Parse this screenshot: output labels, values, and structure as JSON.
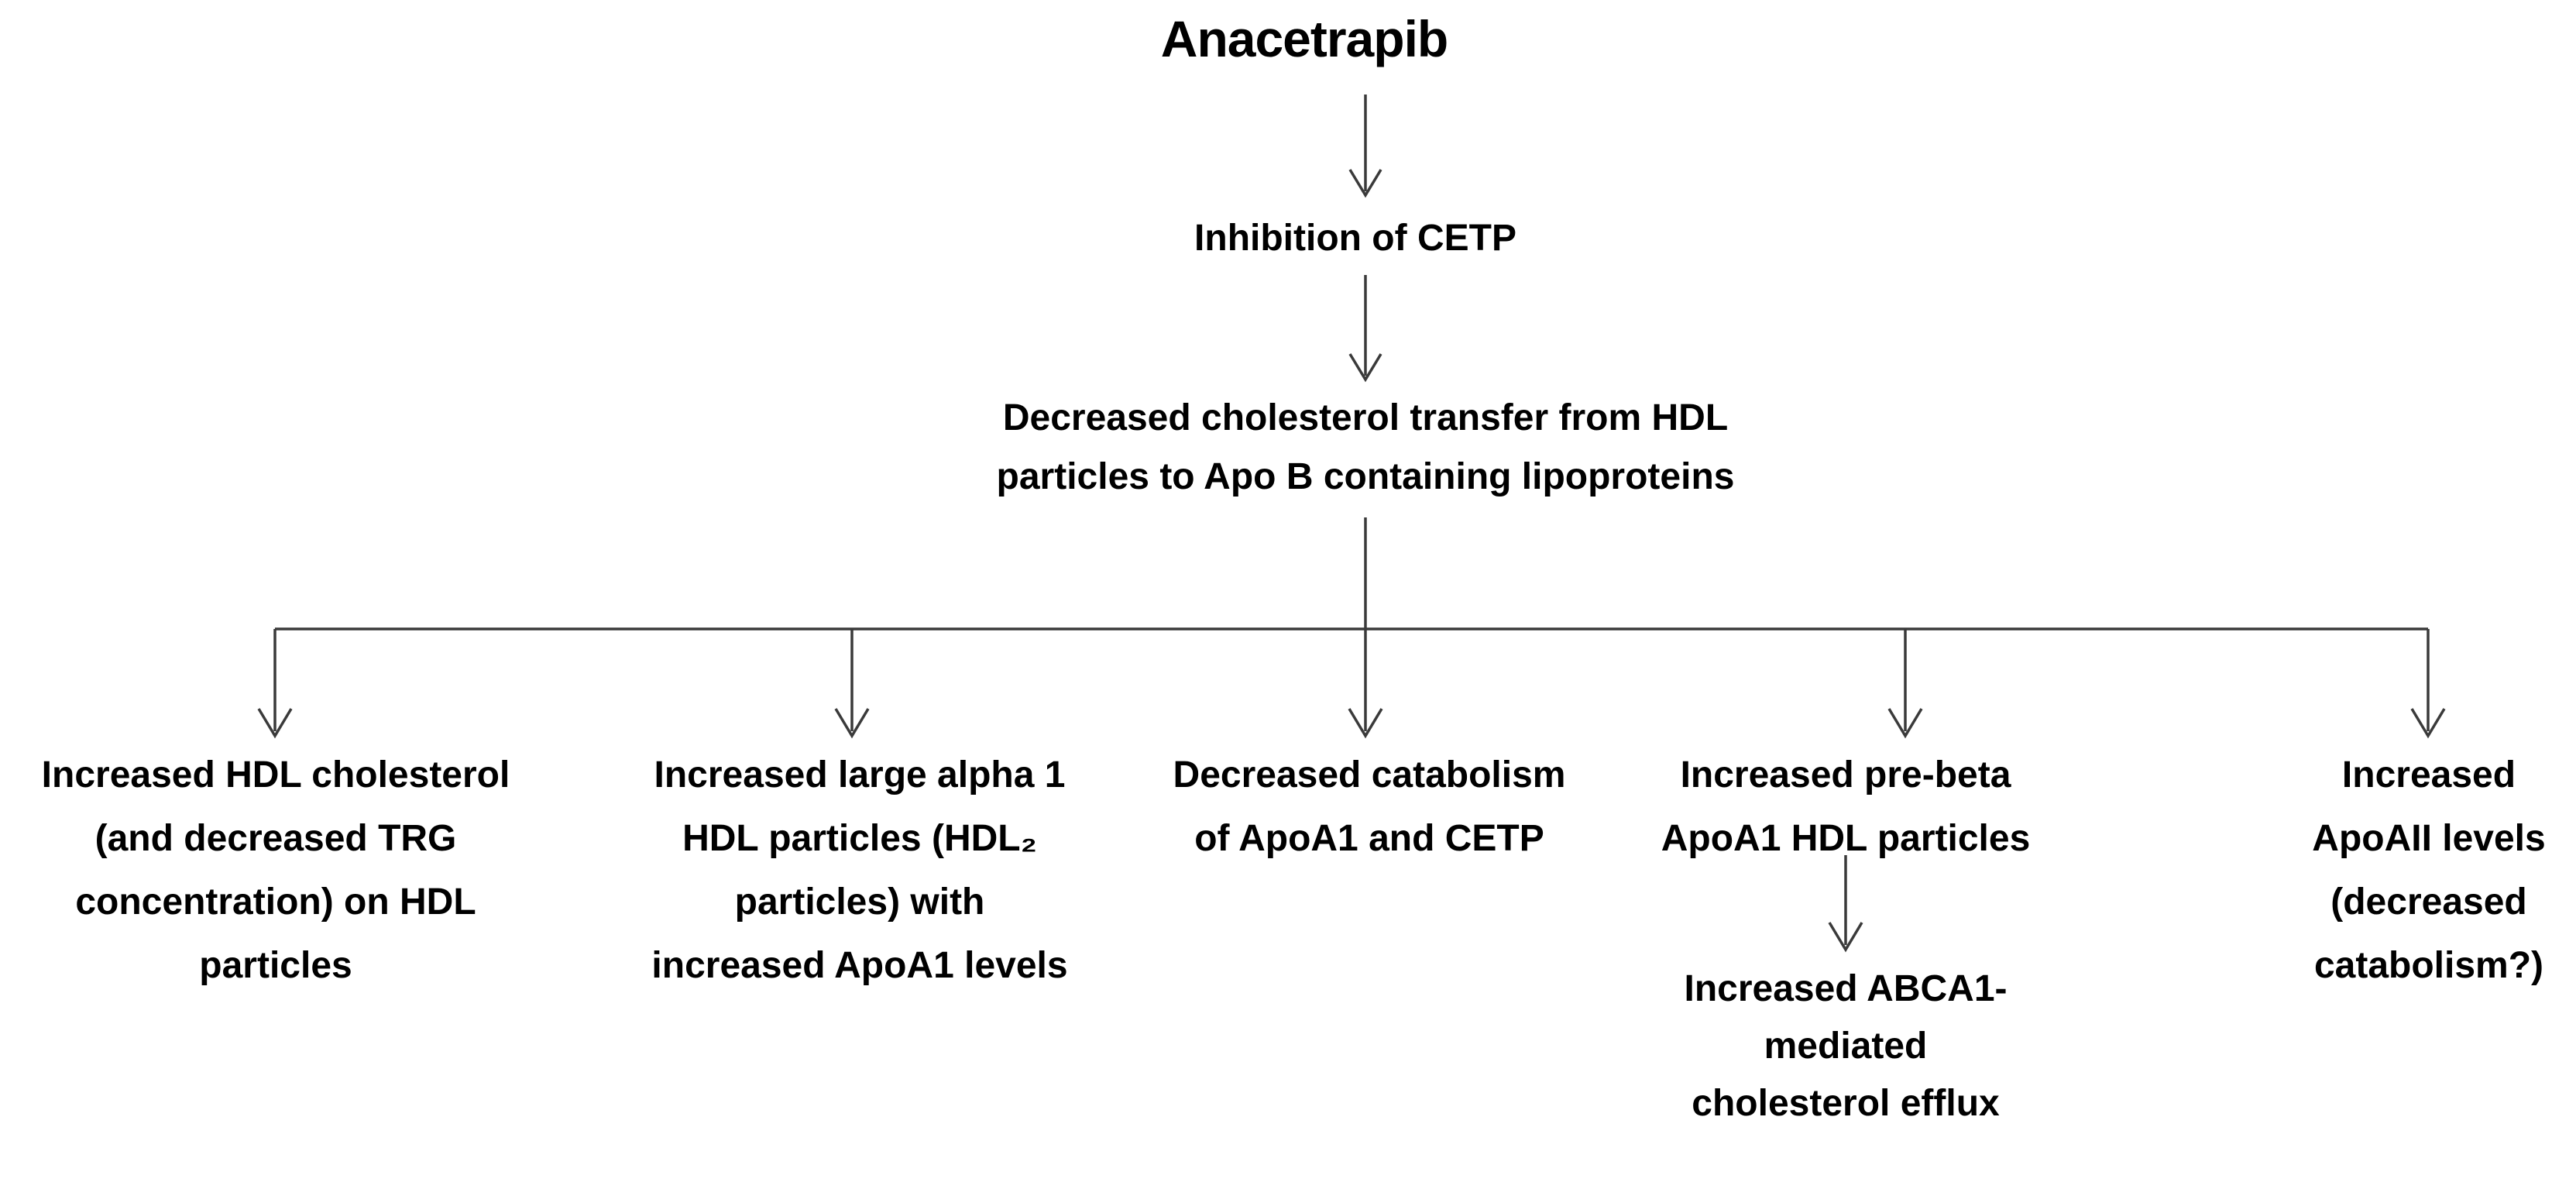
{
  "title": "Anacetrapib",
  "nodes": {
    "inhibition": {
      "lines": [
        "Inhibition of CETP"
      ]
    },
    "transfer": {
      "lines": [
        "Decreased cholesterol transfer from HDL",
        "particles to Apo B containing lipoproteins"
      ]
    },
    "branch1": {
      "lines": [
        "Increased HDL cholesterol",
        "(and decreased TRG",
        "concentration) on HDL",
        "particles"
      ]
    },
    "branch2": {
      "lines": [
        "Increased large alpha 1",
        "HDL particles (HDL₂",
        "particles) with",
        "increased ApoA1 levels"
      ]
    },
    "branch3": {
      "lines": [
        "Decreased catabolism",
        "of ApoA1 and CETP"
      ]
    },
    "branch4": {
      "lines": [
        "Increased pre-beta",
        "ApoA1 HDL particles"
      ]
    },
    "branch4_sub": {
      "lines": [
        "Increased ABCA1-",
        "mediated",
        "cholesterol efflux"
      ]
    },
    "branch5": {
      "lines": [
        "Increased",
        "ApoAII levels",
        "(decreased",
        "catabolism?)"
      ]
    }
  },
  "colors": {
    "text": "#000000",
    "line": "#3a3a3a",
    "background": "#ffffff"
  }
}
